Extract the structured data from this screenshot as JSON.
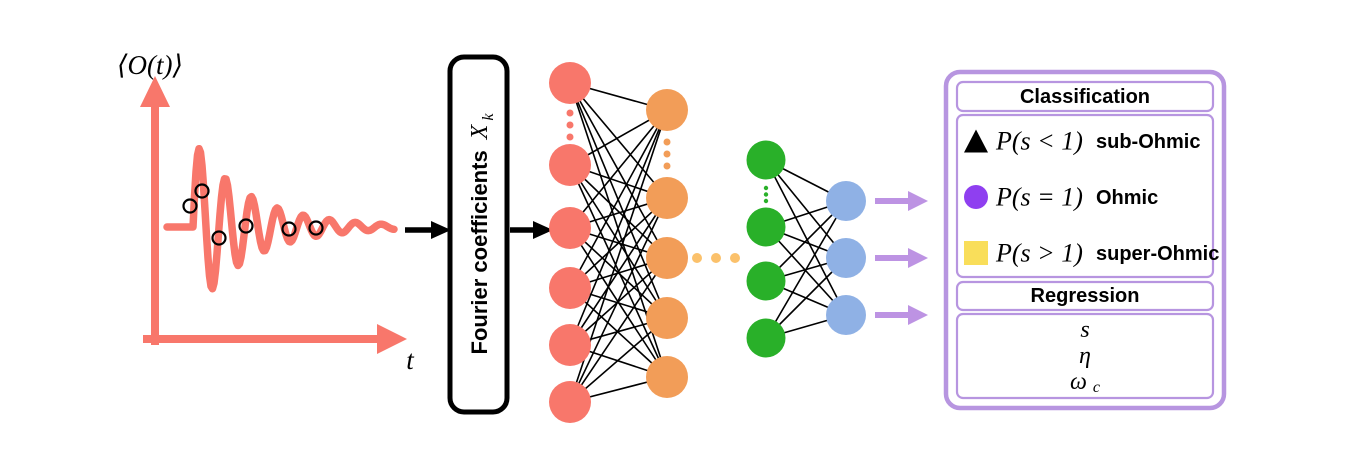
{
  "figure": {
    "background_color": "#FFFFFF",
    "signal_plot": {
      "y_axis_label": "⟨O(t)⟩",
      "x_axis_label": "t",
      "axis_color": "#F8776B",
      "curve_color": "#F8776B",
      "marker_color": "#000000",
      "sample_marker_count": 6
    },
    "fourier_box": {
      "label": "Fourier coefficients",
      "variable": "X",
      "subscript": "k",
      "border_color": "#000000"
    },
    "network": {
      "edge_color": "#000000",
      "layers": [
        {
          "name": "input",
          "node_count": 6,
          "color": "#F8776B",
          "ellipsis": "vertical"
        },
        {
          "name": "hidden-1",
          "node_count": 5,
          "color": "#F29D58",
          "ellipsis": "vertical"
        },
        {
          "name": "hidden-gap",
          "node_count": 0,
          "color": "#FBC16B",
          "ellipsis": "horizontal"
        },
        {
          "name": "hidden-n",
          "node_count": 4,
          "color": "#29B029",
          "ellipsis": "vertical"
        },
        {
          "name": "output",
          "node_count": 3,
          "color": "#8FB1E5",
          "ellipsis": "none"
        }
      ]
    },
    "output_arrows": {
      "count": 3,
      "color": "#BD93E3"
    },
    "results_panel": {
      "border_color": "#B795E0",
      "classification": {
        "title": "Classification",
        "rows": [
          {
            "marker": "triangle",
            "marker_color": "#000000",
            "probability": "P(s < 1)",
            "label": "sub-Ohmic"
          },
          {
            "marker": "circle",
            "marker_color": "#8F3FF0",
            "probability": "P(s = 1)",
            "label": "Ohmic"
          },
          {
            "marker": "square",
            "marker_color": "#F9DE5A",
            "probability": "P(s > 1)",
            "label": "super-Ohmic"
          }
        ]
      },
      "regression": {
        "title": "Regression",
        "outputs": [
          {
            "symbol": "s",
            "subscript": ""
          },
          {
            "symbol": "η",
            "subscript": ""
          },
          {
            "symbol": "ω",
            "subscript": "c"
          }
        ]
      }
    }
  }
}
